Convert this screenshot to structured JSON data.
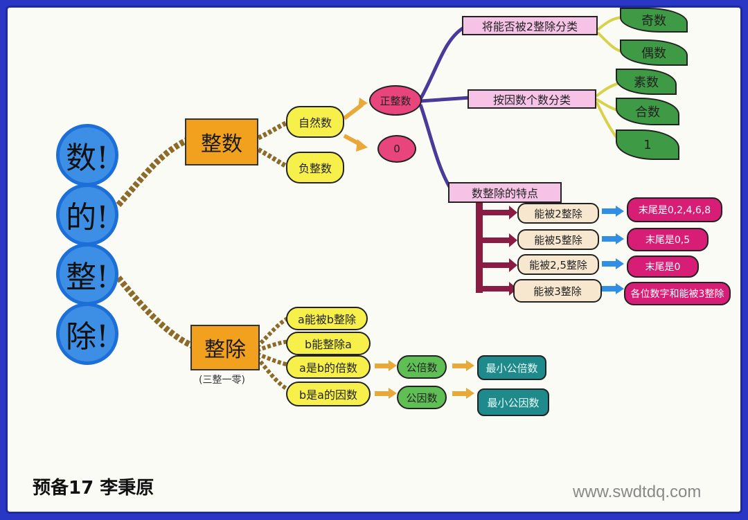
{
  "title_chars": [
    "数!",
    "的!",
    "整!",
    "除!"
  ],
  "branch_integer": "整数",
  "branch_divide": "整除",
  "divide_sub": "(三整一零)",
  "natural_number": "自然数",
  "negative_integer": "负整数",
  "positive_integer": "正整数",
  "zero": "0",
  "classify_by_2": "将能否被2整除分类",
  "odd": "奇数",
  "even": "偶数",
  "classify_by_factors": "按因数个数分类",
  "prime": "素数",
  "composite": "合数",
  "one": "1",
  "features_title": "数整除的特点",
  "rules": [
    {
      "label": "能被2整除",
      "result": "末尾是0,2,4,6,8"
    },
    {
      "label": "能被5整除",
      "result": "末尾是0,5"
    },
    {
      "label": "能被2,5整除",
      "result": "末尾是0"
    },
    {
      "label": "能被3整除",
      "result": "各位数字和能被3整除"
    }
  ],
  "divide_items": [
    "a能被b整除",
    "b能整除a",
    "a是b的倍数",
    "b是a的因数"
  ],
  "common_multiple": "公倍数",
  "lcm": "最小公倍数",
  "common_factor": "公因数",
  "gcf": "最小公因数",
  "author": "预备17  李秉原",
  "site": "www.swdtdq.com"
}
